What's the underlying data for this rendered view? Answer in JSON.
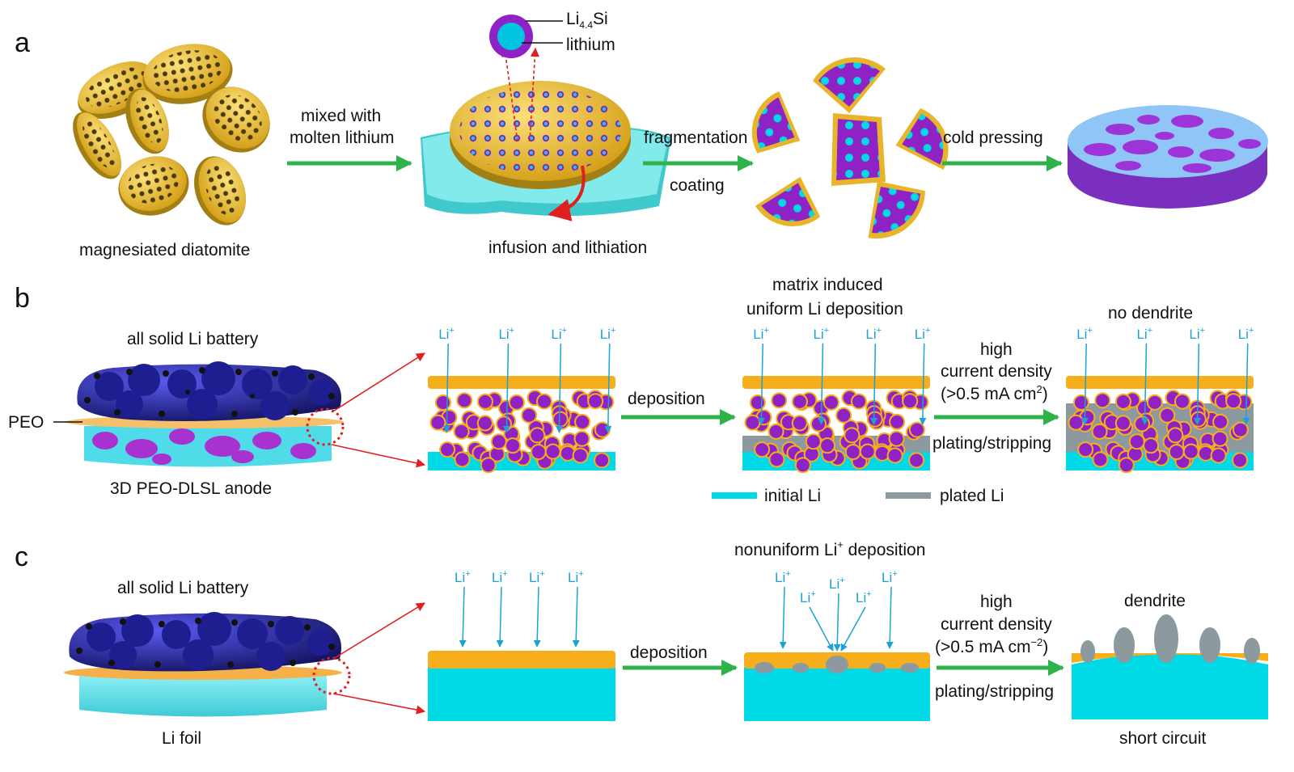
{
  "colors": {
    "gold": "#e8b52a",
    "gold_dark": "#b38a17",
    "cyan": "#00d9e6",
    "cyan_light": "#7fe6ef",
    "purple": "#8e22c4",
    "navy": "#2a2aa8",
    "orange": "#f7ae1b",
    "grey": "#8c9aa0",
    "green_arrow": "#2db34a",
    "red_arrow": "#e02020",
    "li_blue": "#1aa3d6"
  },
  "panel_a": {
    "letter": "a",
    "label_diatomite": "magnesiated diatomite",
    "arrow1_line1": "mixed with",
    "arrow1_line2": "molten lithium",
    "label_infusion": "infusion and lithiation",
    "inset_li44si": "Li",
    "inset_sub": "4.4",
    "inset_si": "Si",
    "inset_lithium": "lithium",
    "arrow2_top": "fragmentation",
    "arrow2_bottom": "coating",
    "arrow3_top": "cold pressing"
  },
  "panel_b": {
    "letter": "b",
    "title_battery": "all solid Li battery",
    "label_peo": "PEO",
    "label_anode": "3D PEO-DLSL anode",
    "arrow_deposition": "deposition",
    "title_matrix_line1": "matrix induced",
    "title_matrix_line2": "uniform Li deposition",
    "arrow2_line1": "high",
    "arrow2_line2": "current density",
    "arrow2_line3": "(>0.5 mA cm",
    "arrow2_sup": "2",
    "arrow2_close": ")",
    "arrow2_bottom": "plating/stripping",
    "title_no_dendrite": "no dendrite",
    "li_ion": "Li",
    "li_sup": "+",
    "legend_initial": "initial Li",
    "legend_plated": "plated Li"
  },
  "panel_c": {
    "letter": "c",
    "title_battery": "all solid Li battery",
    "label_foil": "Li foil",
    "arrow_deposition": "deposition",
    "title_nonuniform_pre": "nonuniform Li",
    "title_nonuniform_sup": "+",
    "title_nonuniform_post": " deposition",
    "arrow2_line1": "high",
    "arrow2_line2": "current density",
    "arrow2_line3": "(>0.5 mA cm",
    "arrow2_sup": "−2",
    "arrow2_close": ")",
    "arrow2_bottom": "plating/stripping",
    "title_dendrite": "dendrite",
    "label_short": "short circuit",
    "li_ion": "Li",
    "li_sup": "+"
  }
}
